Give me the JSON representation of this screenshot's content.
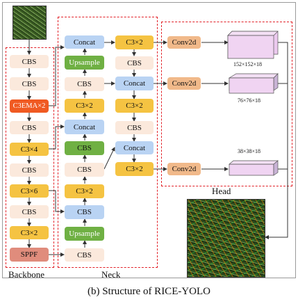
{
  "caption": "(b) Structure of RICE-YOLO",
  "sections": {
    "backbone": "Backbone",
    "neck": "Neck",
    "head": "Head"
  },
  "backbone": {
    "blocks": [
      "CBS",
      "CBS",
      "C3EMA×2",
      "CBS",
      "C3×4",
      "CBS",
      "C3×6",
      "CBS",
      "C3×2",
      "SPPF"
    ]
  },
  "neck": {
    "col1": [
      "Concat",
      "Upsample",
      "CBS",
      "C3×2",
      "Concat",
      "CBS",
      "CBS",
      "C3×2",
      "CBS",
      "Upsample",
      "CBS"
    ],
    "col2": [
      "C3×2",
      "CBS",
      "Concat",
      "C3×2",
      "CBS",
      "Concat",
      "C3×2"
    ]
  },
  "head": {
    "conv": [
      "Conv2d",
      "Conv2d",
      "Conv2d"
    ],
    "outputs": [
      "152×152×18",
      "76×76×18",
      "38×38×18"
    ]
  },
  "colors": {
    "cbs": "#fbe9dc",
    "c3": "#f5c342",
    "c3ema": "#f05a22",
    "concat": "#b9d3f3",
    "upsample": "#6fb043",
    "conv2d": "#f1b98a",
    "sppf": "#e08c7c",
    "dashed_border": "#e21f26",
    "output_tensor": "#e9c6ec"
  },
  "images": {
    "input": "rice-field-photo",
    "output": "rice-detection-result"
  }
}
